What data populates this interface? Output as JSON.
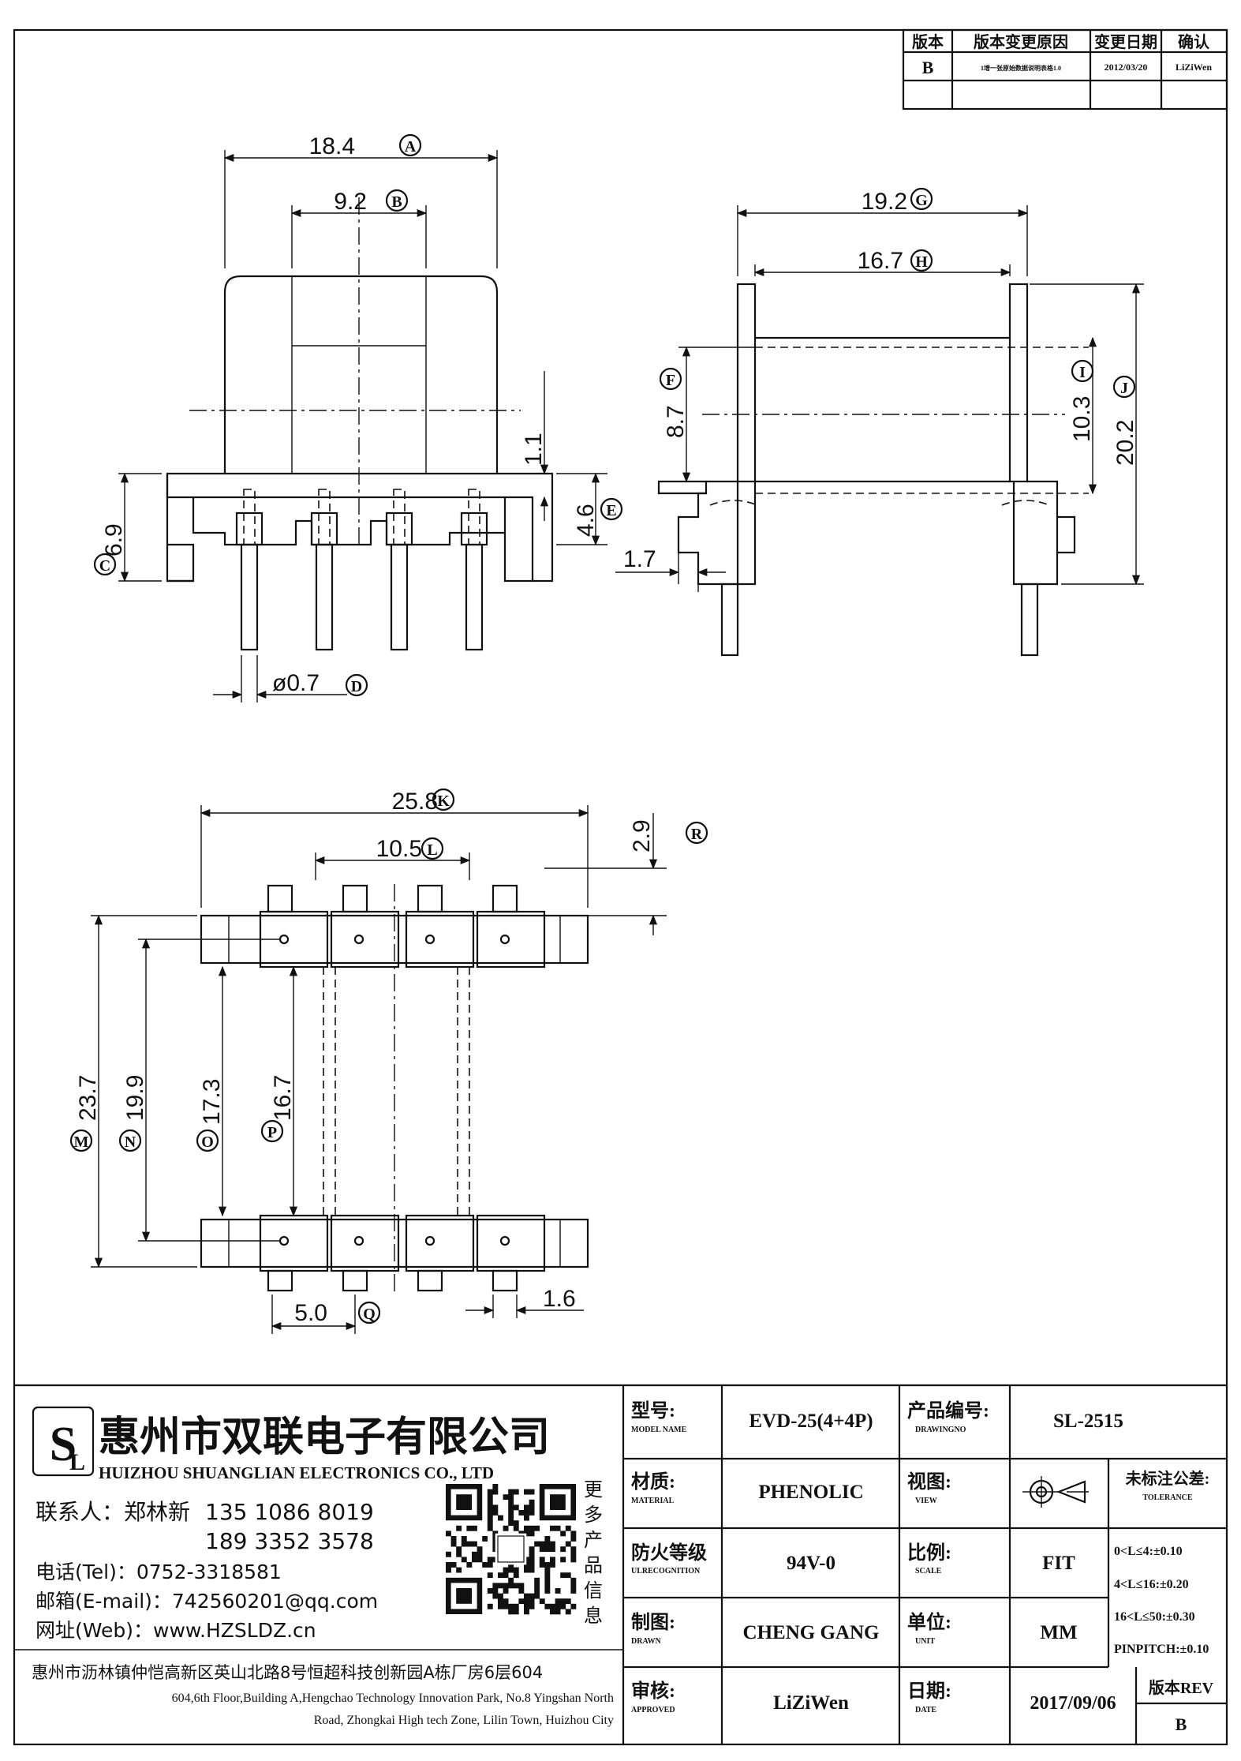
{
  "revision_table": {
    "headers": [
      "版本",
      "版本变更原因",
      "变更日期",
      "确认"
    ],
    "rows": [
      [
        "B",
        "1增一张原始数据说明表格1.0",
        "2012/03/20",
        "LiZiWen"
      ]
    ]
  },
  "front_view": {
    "dims": {
      "A": "18.4",
      "A_tag": "A",
      "B": "9.2",
      "B_tag": "B",
      "C": "6.9",
      "C_tag": "C",
      "D": "ø0.7",
      "D_tag": "D",
      "E": "4.6",
      "E_tag": "E",
      "h11": "1.1"
    }
  },
  "side_view": {
    "dims": {
      "G": "19.2",
      "G_tag": "G",
      "H": "16.7",
      "H_tag": "H",
      "F": "8.7",
      "F_tag": "F",
      "I": "10.3",
      "I_tag": "I",
      "J": "20.2",
      "J_tag": "J",
      "h17": "1.7"
    }
  },
  "bottom_view": {
    "dims": {
      "K": "25.8",
      "K_tag": "K",
      "L": "10.5",
      "L_tag": "L",
      "R": "2.9",
      "R_tag": "R",
      "M": "23.7",
      "M_tag": "M",
      "N": "19.9",
      "N_tag": "N",
      "O": "17.3",
      "O_tag": "O",
      "P": "16.7",
      "P_tag": "P",
      "Q": "5.0",
      "Q_tag": "Q",
      "w16": "1.6"
    }
  },
  "company": {
    "name_cn": "惠州市双联电子有限公司",
    "name_en": "HUIZHOU SHUANGLIAN ELECTRONICS CO., LTD",
    "contact_label": "联系人：郑林新",
    "phone1": "135 1086 8019",
    "phone2": "189 3352 3578",
    "tel": "电话(Tel)：0752-3318581",
    "email": "邮箱(E-mail)：742560201@qq.com",
    "web": "网址(Web)：www.HZSLDZ.cn",
    "more_products": [
      "更",
      "多",
      "产",
      "品",
      "信",
      "息"
    ],
    "address_cn": "惠州市沥林镇仲恺高新区英山北路8号恒超科技创新园A栋厂房6层604",
    "address_en_1": "604,6th Floor,Building A,Hengchao Technology Innovation Park, No.8 Yingshan North",
    "address_en_2": "Road, Zhongkai High tech Zone, Lilin Town, Huizhou City"
  },
  "title_block": {
    "model_label": "型号:",
    "model_label_en": "MODEL NAME",
    "model": "EVD-25(4+4P)",
    "drawing_label": "产品编号:",
    "drawing_label_en": "DRAWINGNO",
    "drawing": "SL-2515",
    "material_label": "材质:",
    "material_label_en": "MATERIAL",
    "material": "PHENOLIC",
    "view_label": "视图:",
    "view_label_en": "VIEW",
    "tolerance_label": "未标注公差:",
    "tolerance_label_en": "TOLERANCE",
    "tolerances": [
      "0<L≤4:±0.10",
      "4<L≤16:±0.20",
      "16<L≤50:±0.30",
      "PINPITCH:±0.10"
    ],
    "fire_label": "防火等级",
    "fire_label_en": "ULRECOGNITION",
    "fire": "94V-0",
    "scale_label": "比例:",
    "scale_label_en": "SCALE",
    "scale": "FIT",
    "drawn_label": "制图:",
    "drawn_label_en": "DRAWN",
    "drawn": "CHENG GANG",
    "unit_label": "单位:",
    "unit_label_en": "UNIT",
    "unit": "MM",
    "approved_label": "审核:",
    "approved_label_en": "APPROVED",
    "approved": "LiZiWen",
    "date_label": "日期:",
    "date_label_en": "DATE",
    "date": "2017/09/06",
    "rev_label": "版本REV",
    "rev": "B"
  }
}
